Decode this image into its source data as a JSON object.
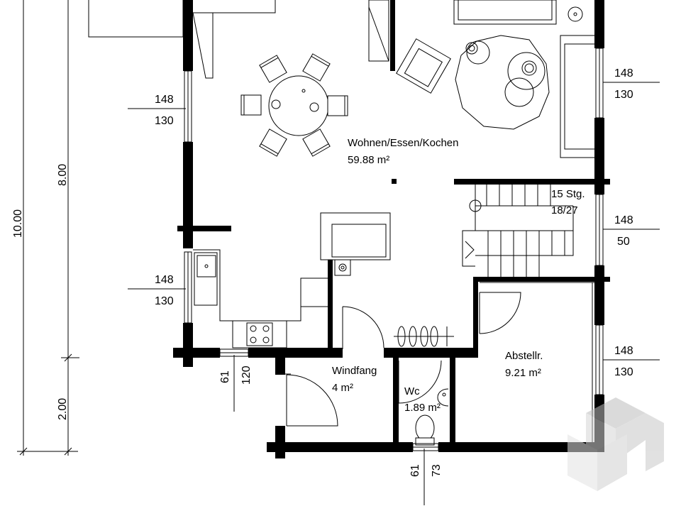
{
  "rooms": {
    "living": {
      "name": "Wohnen/Essen/Kochen",
      "area": "59.88 m²"
    },
    "entry": {
      "name": "Windfang",
      "area": "4 m²"
    },
    "wc": {
      "name": "Wc",
      "area": "1.89 m²"
    },
    "storage": {
      "name": "Abstellr.",
      "area": "9.21 m²"
    }
  },
  "stairs": {
    "steps": "15 Stg.",
    "ratio": "18/27"
  },
  "dimensions": {
    "overall": "10.00",
    "upper": "8.00",
    "lower": "2.00"
  },
  "windows": {
    "left_upper": {
      "width": "148",
      "height": "130"
    },
    "left_lower": {
      "width": "148",
      "height": "130"
    },
    "right_1": {
      "width": "148",
      "height": "130"
    },
    "right_2": {
      "width": "148",
      "height": "50"
    },
    "right_3": {
      "width": "148",
      "height": "130"
    },
    "bottom_entry": {
      "width": "61",
      "height": "120"
    },
    "bottom_wc": {
      "width": "61",
      "height": "73"
    }
  },
  "colors": {
    "wall": "#000000",
    "watermark": "#d9d9d9"
  },
  "icons": {
    "watermark": "cube-logo-icon"
  }
}
